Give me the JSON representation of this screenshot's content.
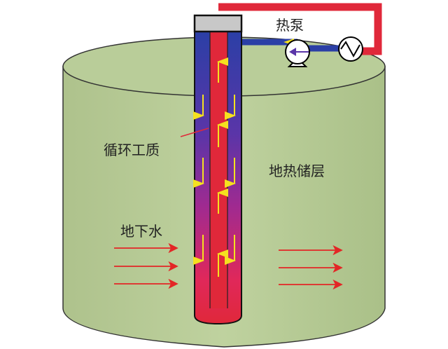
{
  "labels": {
    "heat_pump": "热泵",
    "working_fluid": "循环工质",
    "geothermal_reservoir": "地热储层",
    "groundwater": "地下水"
  },
  "colors": {
    "reservoir": "#b5c994",
    "hot_pipe": "#e0283a",
    "cold_pipe": "#2b3fa6",
    "arrow": "#f5e11f",
    "flow_arrow": "#e32626",
    "cap": "#c8c8c8"
  }
}
